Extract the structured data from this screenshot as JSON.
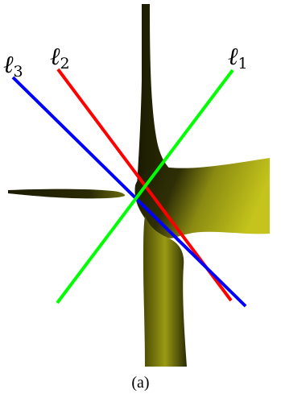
{
  "figure": {
    "caption": "(a)",
    "lines": [
      {
        "id": "l3",
        "letter": "ℓ",
        "subscript": "3",
        "color": "#0000ff"
      },
      {
        "id": "l2",
        "letter": "ℓ",
        "subscript": "2",
        "color": "#ff0000"
      },
      {
        "id": "l1",
        "letter": "ℓ",
        "subscript": "1",
        "color": "#00ff00"
      }
    ],
    "surface_color": "#8a8a10"
  }
}
